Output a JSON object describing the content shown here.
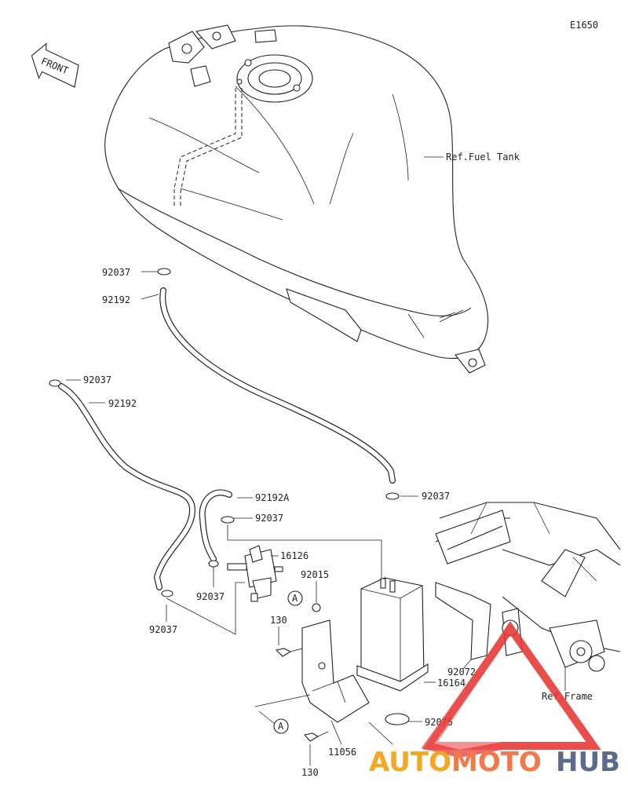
{
  "diagram": {
    "code": "E1650",
    "front_label": "FRONT",
    "ref_labels": {
      "fuel_tank": "Ref.Fuel Tank",
      "frame": "Ref.Frame"
    },
    "callout_marker": "A",
    "parts": {
      "clamp_top": "92037",
      "hose_top": "92192",
      "clamp_left": "92037",
      "hose_left": "92192",
      "clamp_canister_top": "92037",
      "hose_short": "92192A",
      "clamp_short": "92037",
      "valve": "16126",
      "nut": "92015",
      "clamp_valve": "92037",
      "clamp_lower_left": "92037",
      "bolt_upper": "130",
      "canister": "16164",
      "bracket_right": "92072",
      "cap": "92075",
      "bracket_main": "11056",
      "bolt_lower": "130"
    }
  },
  "watermark": {
    "part1": "AUTO",
    "part2": "MOTO",
    "part3": "HUB",
    "colors": {
      "triangle": "#e53935",
      "auto": "#f5a623",
      "moto": "#f07a4a",
      "hub": "#5b6b8c"
    }
  }
}
